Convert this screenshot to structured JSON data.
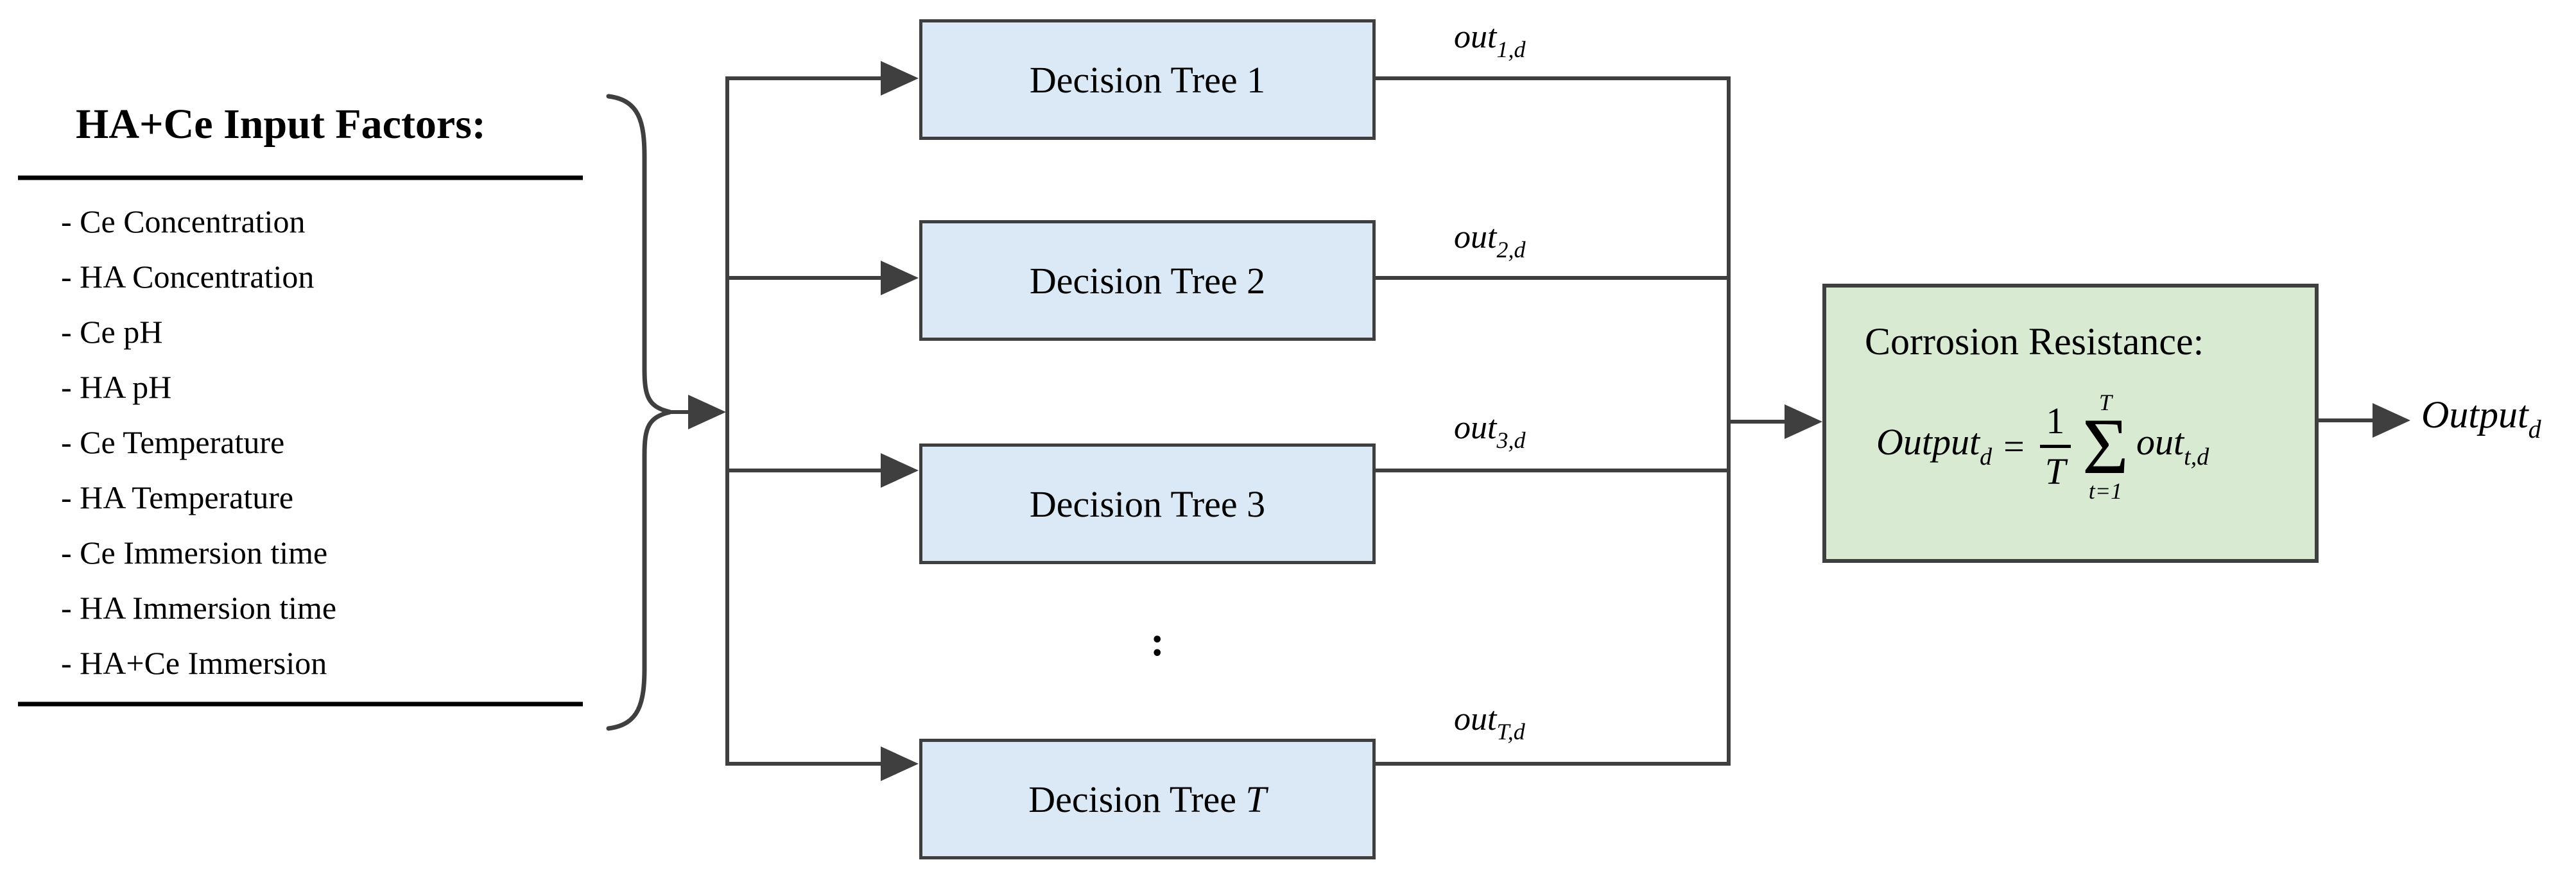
{
  "input_panel": {
    "title": "HA+Ce Input Factors:",
    "items": [
      "- Ce Concentration",
      "- HA Concentration",
      "- Ce pH",
      "- HA pH",
      "- Ce Temperature",
      "- HA Temperature",
      "- Ce Immersion time",
      "- HA Immersion time",
      "- HA+Ce Immersion"
    ]
  },
  "trees": [
    {
      "label_prefix": "Decision Tree ",
      "index": "1",
      "out_base": "out",
      "out_sub": "1,d"
    },
    {
      "label_prefix": "Decision Tree ",
      "index": "2",
      "out_base": "out",
      "out_sub": "2,d"
    },
    {
      "label_prefix": "Decision Tree ",
      "index": "3",
      "out_base": "out",
      "out_sub": "3,d"
    },
    {
      "label_prefix": "Decision Tree ",
      "index": "T",
      "out_base": "out",
      "out_sub": "T,d"
    }
  ],
  "ellipsis": ":",
  "aggregator": {
    "title": "Corrosion Resistance:",
    "formula": {
      "lhs_base": "Output",
      "lhs_sub": "d",
      "equals": "=",
      "frac_num": "1",
      "frac_den": "T",
      "sum_upper": "T",
      "sum_sigma": "Σ",
      "sum_lower": "t=1",
      "rhs_base": "out",
      "rhs_sub": "t,d"
    }
  },
  "final_output": {
    "base": "Output",
    "sub": "d"
  },
  "colors": {
    "line": "#3f3f3f",
    "tree_fill": "#dbe9f6",
    "tree_border": "#3f3f3f",
    "aggregator_fill": "#d9ead3",
    "aggregator_border": "#3f3f3f"
  }
}
